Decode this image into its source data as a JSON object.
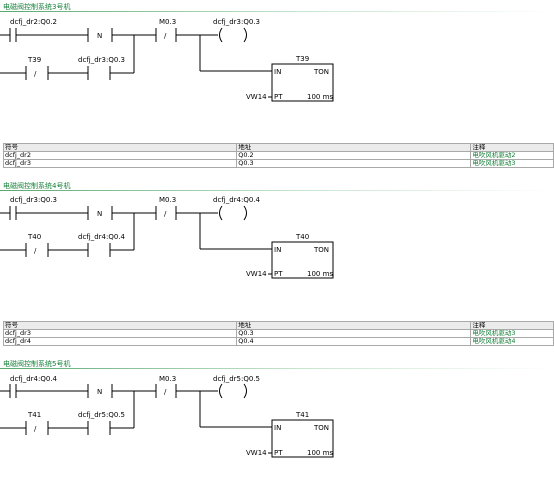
{
  "networks": [
    {
      "title": "电磁阀控制系统3号机",
      "contact_top": "dcfj_dr2:Q0.2",
      "contact_bottom": "T39",
      "contact_parallel": "dcfj_dr3:Q0.3",
      "n_label": "N",
      "m_contact": "M0.3",
      "slash": "/",
      "coil": "dcfj_dr3:Q0.3",
      "timer": {
        "name": "T39",
        "in": "IN",
        "type": "TON",
        "pt_var": "VW14",
        "pt": "PT",
        "unit": "100 ms"
      },
      "symbols": [
        {
          "sym": "dcfj_dr2",
          "addr": "Q0.2",
          "comment": "电吹风机驱动2"
        },
        {
          "sym": "dcfj_dr3",
          "addr": "Q0.3",
          "comment": "电吹风机驱动3"
        }
      ]
    },
    {
      "title": "电磁阀控制系统4号机",
      "contact_top": "dcfj_dr3:Q0.3",
      "contact_bottom": "T40",
      "contact_parallel": "dcfj_dr4:Q0.4",
      "n_label": "N",
      "m_contact": "M0.3",
      "slash": "/",
      "coil": "dcfj_dr4:Q0.4",
      "timer": {
        "name": "T40",
        "in": "IN",
        "type": "TON",
        "pt_var": "VW14",
        "pt": "PT",
        "unit": "100 ms"
      },
      "symbols": [
        {
          "sym": "dcfj_dr3",
          "addr": "Q0.3",
          "comment": "电吹风机驱动3"
        },
        {
          "sym": "dcfj_dr4",
          "addr": "Q0.4",
          "comment": "电吹风机驱动4"
        }
      ]
    },
    {
      "title": "电磁阀控制系统5号机",
      "contact_top": "dcfj_dr4:Q0.4",
      "contact_bottom": "T41",
      "contact_parallel": "dcfj_dr5:Q0.5",
      "n_label": "N",
      "m_contact": "M0.3",
      "slash": "/",
      "coil": "dcfj_dr5:Q0.5",
      "timer": {
        "name": "T41",
        "in": "IN",
        "type": "TON",
        "pt_var": "VW14",
        "pt": "PT",
        "unit": "100 ms"
      }
    }
  ],
  "symtab_headers": {
    "sym": "符号",
    "addr": "地址",
    "comment": "注释"
  },
  "colors": {
    "title_green": "#16803a",
    "comment_green": "#16803a",
    "rail": "#000000",
    "table_border": "#a9a9a9"
  }
}
